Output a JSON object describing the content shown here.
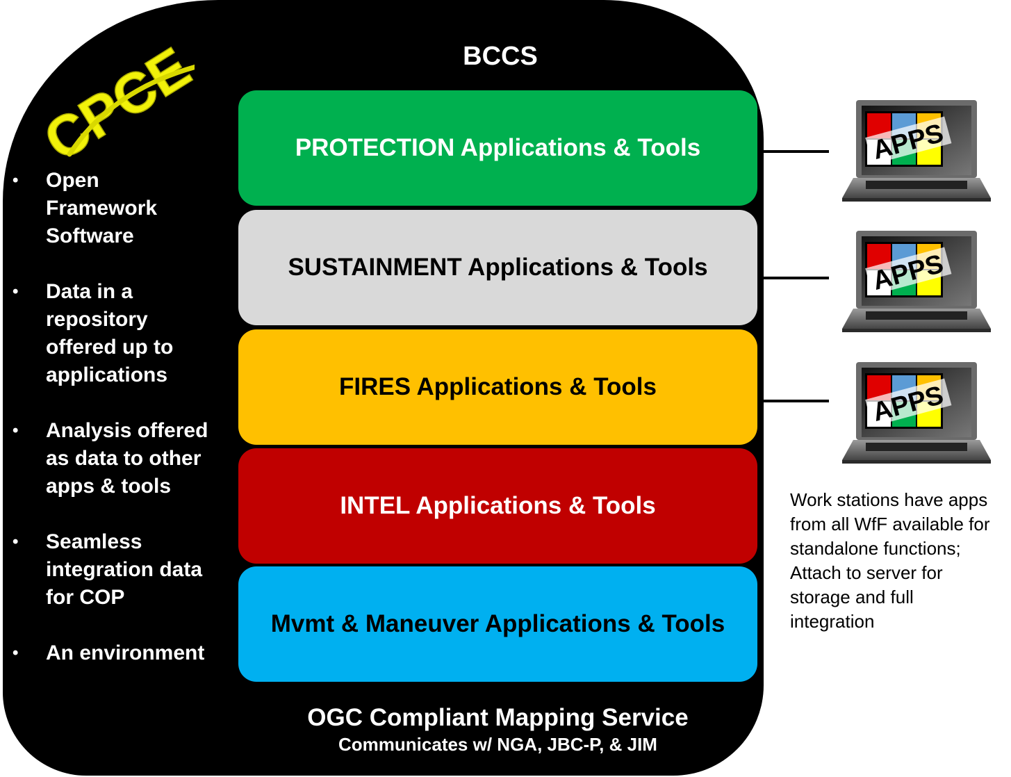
{
  "logo_text": "CPCE",
  "title": "BCCS",
  "bands": [
    {
      "label": "PROTECTION Applications & Tools",
      "color": "#00b04f",
      "text_color": "#ffffff"
    },
    {
      "label": "SUSTAINMENT Applications & Tools",
      "color": "#d9d9d9",
      "text_color": "#000000"
    },
    {
      "label": "FIRES Applications & Tools",
      "color": "#ffc000",
      "text_color": "#000000"
    },
    {
      "label": "INTEL Applications & Tools",
      "color": "#c00000",
      "text_color": "#ffffff"
    },
    {
      "label": "Mvmt & Maneuver Applications & Tools",
      "color": "#00b0f0",
      "text_color": "#000000"
    }
  ],
  "bullets": [
    "Open Framework Software",
    "Data in a repository offered up to applications",
    "Analysis offered as data to other apps & tools",
    "Seamless integration data for COP",
    "An environment"
  ],
  "footer": {
    "line1": "OGC Compliant Mapping Service",
    "line2": "Communicates w/ NGA, JBC-P, & JIM"
  },
  "laptop_label": "APPS",
  "workstation_note": "Work stations have apps from all WfF available for standalone functions; Attach to server for storage and full integration"
}
